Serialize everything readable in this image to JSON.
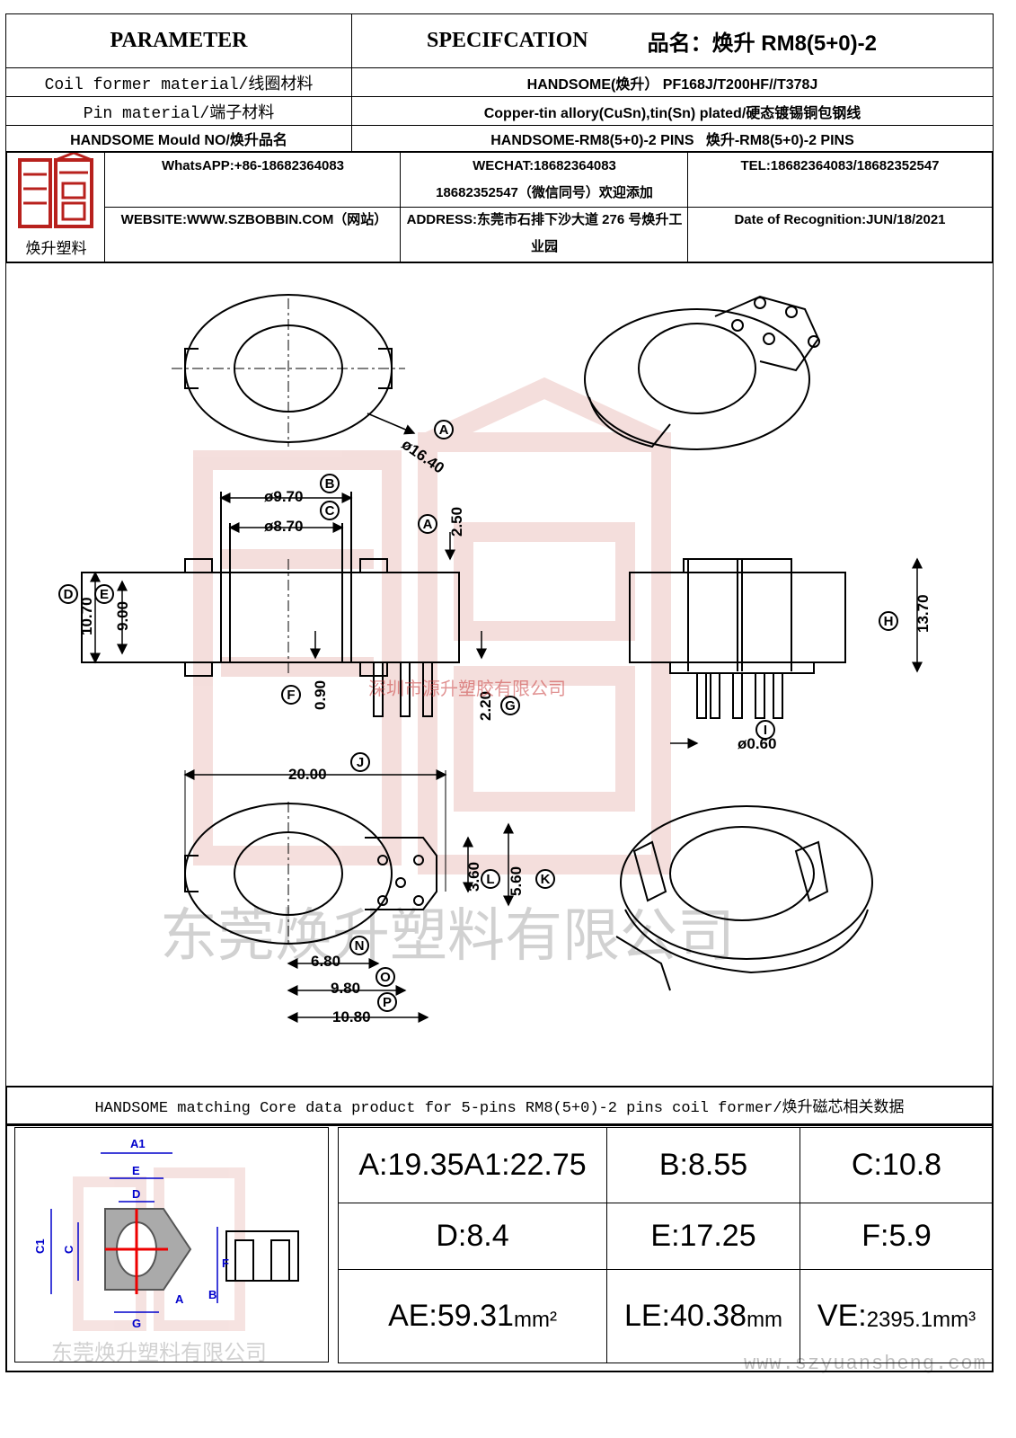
{
  "header": {
    "parameter": "PARAMETER",
    "specification": "SPECIFCATION",
    "product_name_label": "品名：焕升 RM8(5+0)-2"
  },
  "rows": [
    {
      "label": "Coil former material/线圈材料",
      "value": "HANDSOME(焕升） PF168J/T200HF//T378J"
    },
    {
      "label": "Pin material/端子材料",
      "value": "Copper-tin allory(CuSn),tin(Sn) plated/硬态镀锡铜包钢线"
    },
    {
      "label": "HANDSOME Mould NO/焕升品名",
      "value": "HANDSOME-RM8(5+0)-2 PINS   焕升-RM8(5+0)-2 PINS"
    }
  ],
  "contact": {
    "logo_text": "焕升塑料",
    "whatsapp": "WhatsAPP:+86-18682364083",
    "wechat_line1": "WECHAT:18682364083",
    "wechat_line2": "18682352547（微信同号）欢迎添加",
    "tel": "TEL:18682364083/18682352547",
    "website": "WEBSITE:WWW.SZBOBBIN.COM（网站）",
    "address": "ADDRESS:东莞市石排下沙大道 276 号焕升工业园",
    "date": "Date of Recognition:JUN/18/2021"
  },
  "drawing": {
    "dims": {
      "A": "ø16.40",
      "B": "ø9.70",
      "C": "ø8.70",
      "A2": "2.50",
      "D": "10.70",
      "E": "9.00",
      "F": "0.90",
      "G": "2.20",
      "H": "13.70",
      "I": "ø0.60",
      "J": "20.00",
      "L": "3.60",
      "K": "5.60",
      "N": "6.80",
      "O": "9.80",
      "P": "10.80"
    },
    "letters": [
      "A",
      "B",
      "C",
      "A",
      "D",
      "E",
      "F",
      "G",
      "H",
      "I",
      "J",
      "L",
      "K",
      "N",
      "O",
      "P"
    ],
    "watermark_red": "深圳市源升塑胶有限公司",
    "watermark_gray": "东莞焕升塑料有限公司"
  },
  "core_section": {
    "title": "HANDSOME matching Core data  product for 5-pins RM8(5+0)-2 pins coil former/焕升磁芯相关数据",
    "watermark": "东莞焕升塑料有限公司",
    "diagram_labels": [
      "A1",
      "E",
      "D",
      "C1",
      "C",
      "F",
      "B",
      "G",
      "A"
    ],
    "values": [
      {
        "text": "A:19.35A1:22.75"
      },
      {
        "text": "B:8.55"
      },
      {
        "text": "C:10.8"
      },
      {
        "text": "D:8.4"
      },
      {
        "text": "E:17.25"
      },
      {
        "text": "F:5.9"
      },
      {
        "text": "AE:59.31",
        "unit": "mm²"
      },
      {
        "text": "LE:40.38",
        "unit": "mm"
      },
      {
        "text": "VE:",
        "unit": "2395.1mm³"
      }
    ],
    "footer_url": "www.szyuansheng.com"
  }
}
